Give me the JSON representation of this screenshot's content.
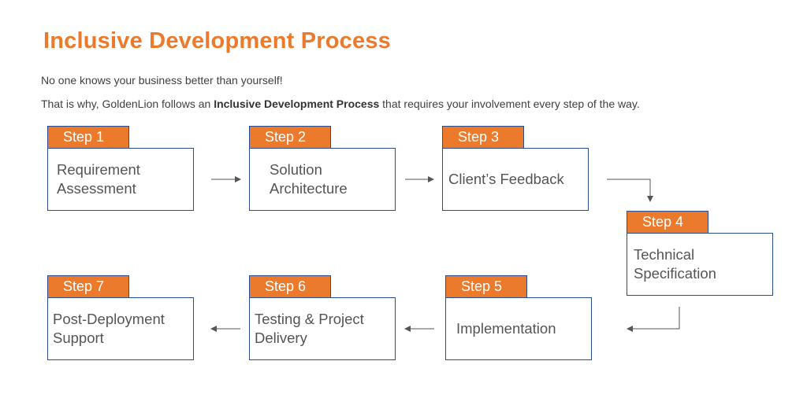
{
  "title": "Inclusive Development Process",
  "intro_line1": "No one knows your business better than yourself!",
  "intro_line2": {
    "before": "That is why, GoldenLion follows an ",
    "bold": "Inclusive Development Process",
    "after": " that requires your involvement every step of the way."
  },
  "steps": [
    {
      "label": "Step 1",
      "text": "Requirement\nAssessment"
    },
    {
      "label": "Step 2",
      "text": "Solution\nArchitecture"
    },
    {
      "label": "Step 3",
      "text": "Client’s Feedback"
    },
    {
      "label": "Step 4",
      "text": "Technical\nSpecification"
    },
    {
      "label": "Step 5",
      "text": "Implementation"
    },
    {
      "label": "Step 6",
      "text": "Testing & Project\nDelivery"
    },
    {
      "label": "Step 7",
      "text": "Post-Deployment\nSupport"
    }
  ],
  "colors": {
    "accent": "#ec7a2c",
    "border": "#2a4d8f",
    "text": "#555555",
    "arrow": "#555555"
  }
}
